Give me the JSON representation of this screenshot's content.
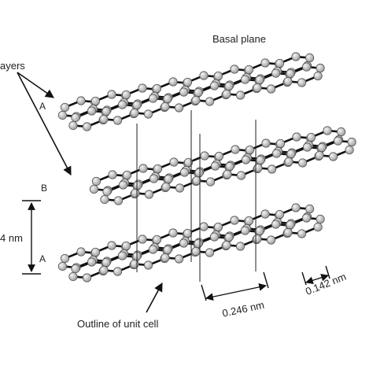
{
  "labels": {
    "basal_plane": "Basal plane",
    "layers": "ayers",
    "layer_a_top": "A",
    "layer_b": "B",
    "layer_a_bottom": "A",
    "interlayer_spacing": "4 nm",
    "unit_cell": "Outline of unit cell",
    "lattice_constant": "0.246 nm",
    "bond_length": "0.142 nm"
  },
  "colors": {
    "bond": "#111111",
    "atom_fill": "#c8c8c8",
    "atom_edge": "#555555",
    "line": "#222222"
  }
}
